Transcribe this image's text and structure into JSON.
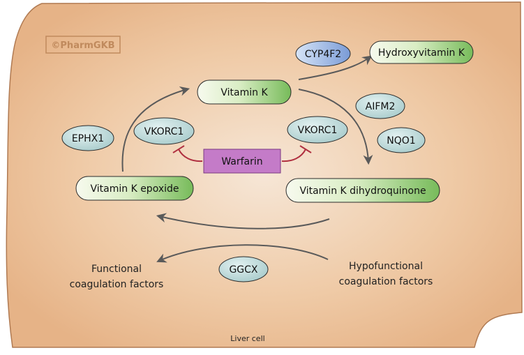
{
  "watermark": "©PharmGKB",
  "cell_label": "Liver cell",
  "drug": "Warfarin",
  "metabolites": {
    "vitamin_k": "Vitamin K",
    "hydroxyvitamin_k": "Hydroxyvitamin K",
    "vitamin_k_epoxide": "Vitamin K epoxide",
    "vitamin_k_dihydroquinone": "Vitamin K dihydroquinone"
  },
  "genes": {
    "cyp4f2": "CYP4F2",
    "aifm2": "AIFM2",
    "nqo1": "NQO1",
    "ephx1": "EPHX1",
    "vkorc1_left": "VKORC1",
    "vkorc1_right": "VKORC1",
    "ggcx": "GGCX"
  },
  "factors": {
    "functional_line1": "Functional",
    "functional_line2": "coagulation factors",
    "hypofunctional_line1": "Hypofunctional",
    "hypofunctional_line2": "coagulation factors"
  },
  "colors": {
    "cell_fill_center": "#f6e6d6",
    "cell_fill_edge": "#e8b98e",
    "cell_stroke": "#b07a52",
    "metabolite_light": "#f2f7e4",
    "metabolite_dark": "#7fbf63",
    "gene_fill": "#bfdcdc",
    "gene_stroke": "#5f8a8a",
    "cyp_fill_dark": "#7f9fd6",
    "warfarin_fill": "#c47bc8",
    "warfarin_stroke": "#7a3a80",
    "arrow": "#5a5a5a",
    "inhibit": "#b03040"
  }
}
